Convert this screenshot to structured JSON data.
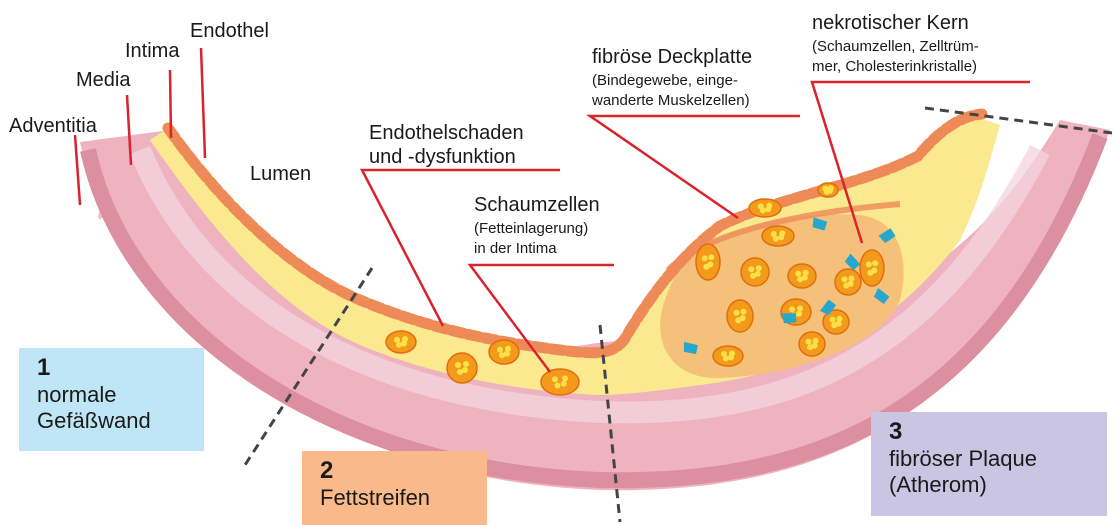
{
  "colors": {
    "outer_wall": "#efb3bf",
    "wall_fiber": "#dc8f9e",
    "media_band": "#f3d4de",
    "intima": "#fbe98f",
    "endothel": "#ee8a58",
    "foam_cell": "#f39a1a",
    "foam_core": "#fde047",
    "core": "#f4c07a",
    "crystal": "#27a7cc",
    "leader_line": "#d9232d",
    "stage1_box": "#bfe6f6",
    "stage2_box": "#f9b98b",
    "stage3_box": "#c9c5e3"
  },
  "labels": {
    "adventitia": "Adventitia",
    "media": "Media",
    "intima": "Intima",
    "endothel": "Endothel",
    "lumen": "Lumen",
    "endothelschaden_1": "Endothelschaden",
    "endothelschaden_2": "und -dysfunktion",
    "schaumzellen": "Schaumzellen",
    "schaumzellen_sub_1": "(Fetteinlagerung)",
    "schaumzellen_sub_2": "in der Intima",
    "deckplatte": "fibröse Deckplatte",
    "deckplatte_sub_1": "(Bindegewebe, einge-",
    "deckplatte_sub_2": "wanderte Muskelzellen)",
    "kern": "nekrotischer Kern",
    "kern_sub_1": "(Schaumzellen, Zelltrüm-",
    "kern_sub_2": "mer, Cholesterinkristalle)"
  },
  "stages": [
    {
      "number": "1",
      "line1": "normale",
      "line2": "Gefäßwand"
    },
    {
      "number": "2",
      "line1": "Fettstreifen",
      "line2": ""
    },
    {
      "number": "3",
      "line1": "fibröser Plaque",
      "line2": "(Atherom)"
    }
  ]
}
